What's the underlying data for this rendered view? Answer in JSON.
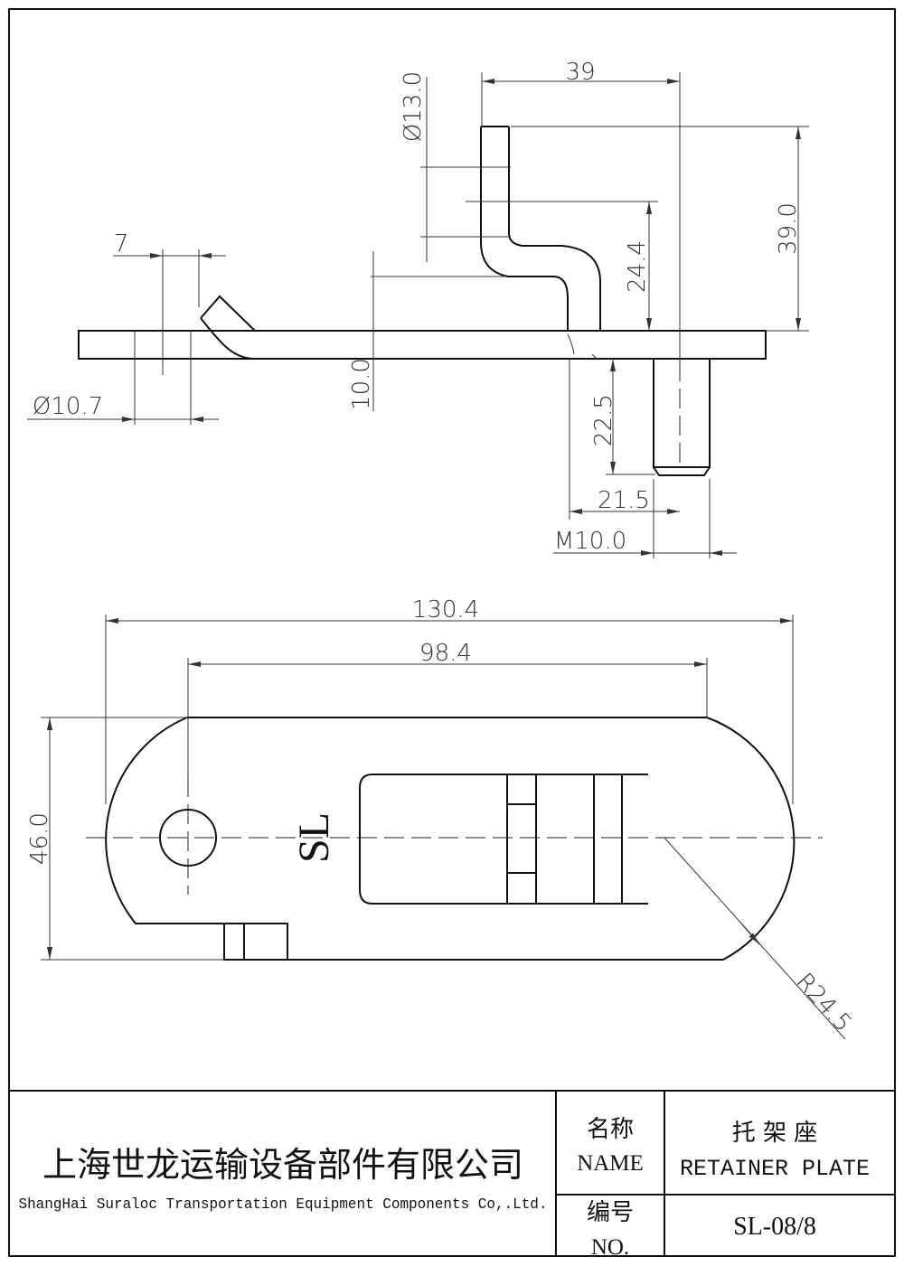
{
  "side_view": {
    "dimensions": {
      "pin_offset": "39",
      "pin_diameter": "Ø13.0",
      "overall_height": "39.0",
      "bend_height": "24.4",
      "tab_width": "7",
      "hole_diameter": "Ø10.7",
      "plate_thickness": "10.0",
      "stud_length": "22.5",
      "stud_offset": "21.5",
      "thread": "M10.0"
    }
  },
  "plan_view": {
    "marking": "SL",
    "dimensions": {
      "overall_length": "130.4",
      "center_distance": "98.4",
      "width": "46.0",
      "end_radius": "R24.5"
    }
  },
  "title_block": {
    "company_cn": "上海世龙运输设备部件有限公司",
    "company_en": "ShangHai Suraloc Transportation Equipment Components Co,.Ltd.",
    "name_label_cn": "名称",
    "name_label_en": "NAME",
    "name_value_cn": "托 架 座",
    "name_value_en": "RETAINER PLATE",
    "no_label_cn": "编号",
    "no_label_en": "NO.",
    "no_value": "SL-08/8"
  }
}
